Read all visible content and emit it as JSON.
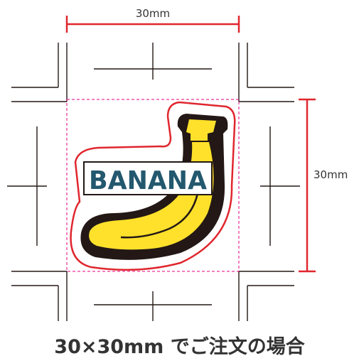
{
  "dimensions": {
    "width_label": "30mm",
    "height_label": "30mm",
    "dimension_color": "#e0262e"
  },
  "sticker": {
    "word": "BANANA",
    "word_color": "#23586e",
    "banana_color": "#ffe12b",
    "outline_color": "#231815",
    "cut_line_color": "#e0262e",
    "bleed_line_color": "#e4007f"
  },
  "caption": "30×30mm でご注文の場合"
}
